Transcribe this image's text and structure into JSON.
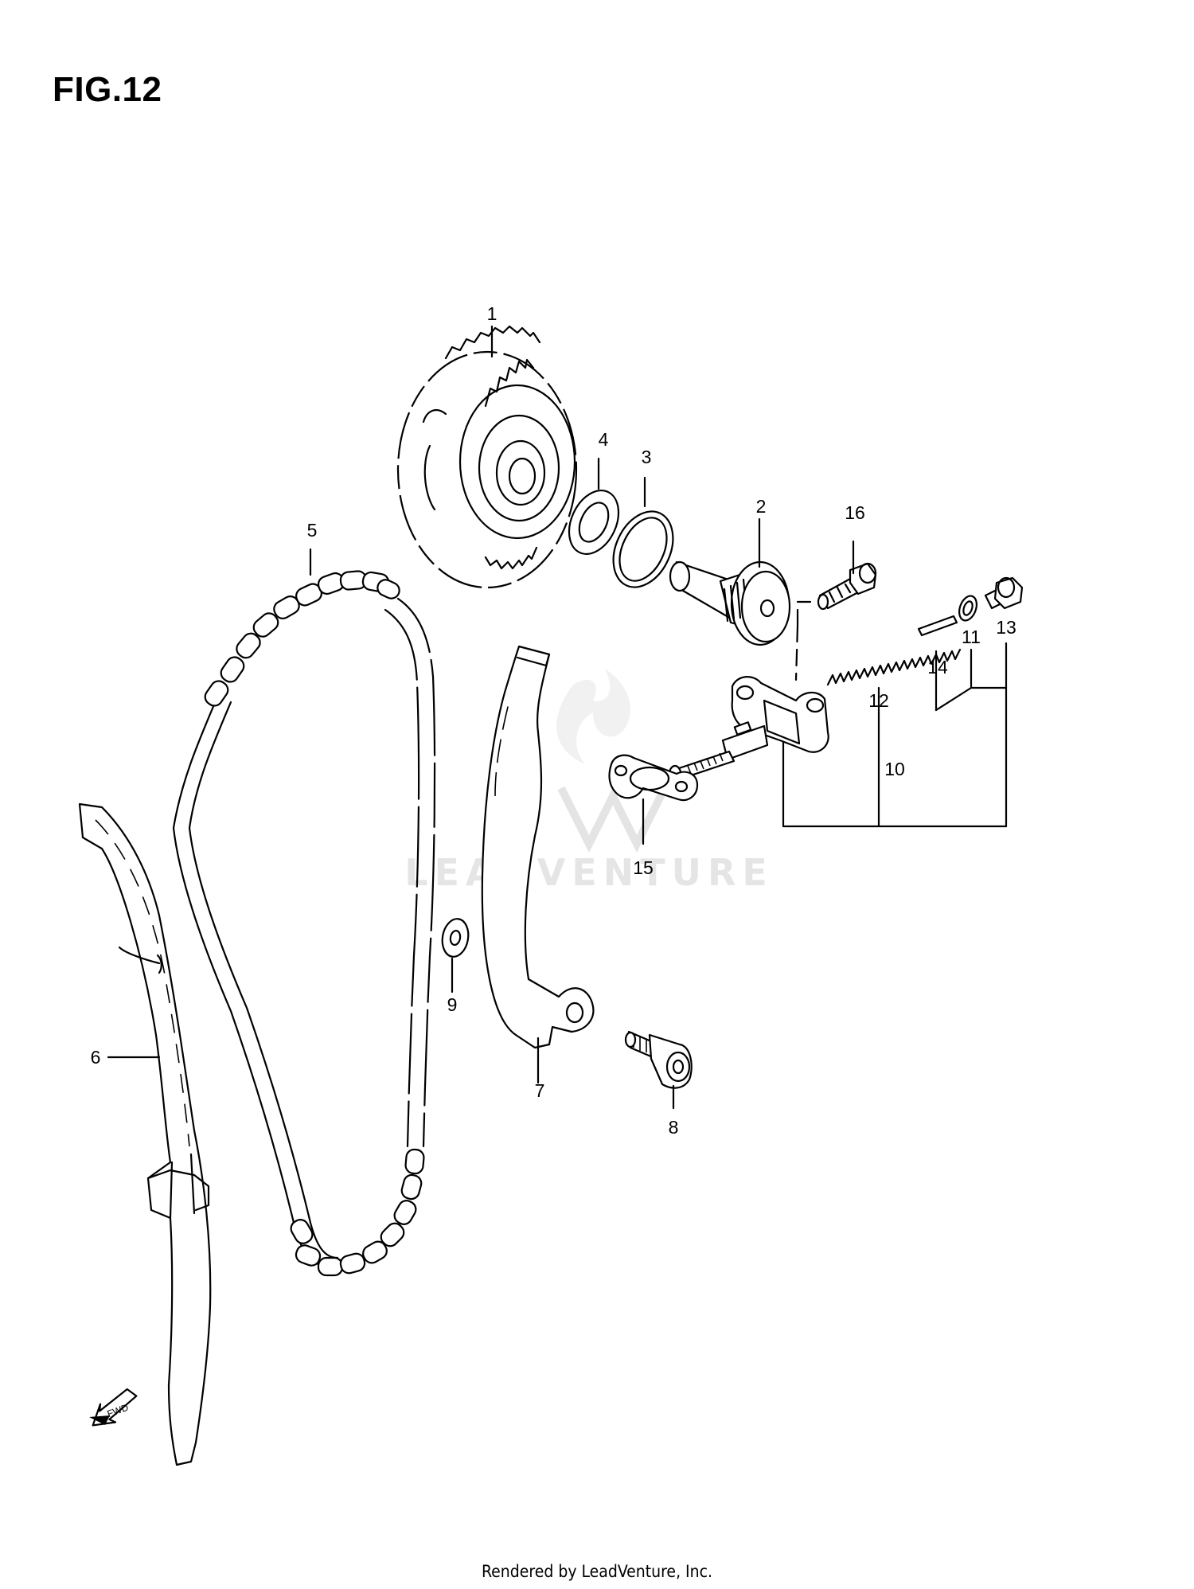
{
  "figure": {
    "title": "FIG.12"
  },
  "callouts": [
    {
      "id": "1",
      "label": "1"
    },
    {
      "id": "2",
      "label": "2"
    },
    {
      "id": "3",
      "label": "3"
    },
    {
      "id": "4",
      "label": "4"
    },
    {
      "id": "5",
      "label": "5"
    },
    {
      "id": "6",
      "label": "6"
    },
    {
      "id": "7",
      "label": "7"
    },
    {
      "id": "8",
      "label": "8"
    },
    {
      "id": "9",
      "label": "9"
    },
    {
      "id": "10",
      "label": "10"
    },
    {
      "id": "11",
      "label": "11"
    },
    {
      "id": "12",
      "label": "12"
    },
    {
      "id": "13",
      "label": "13"
    },
    {
      "id": "14",
      "label": "14"
    },
    {
      "id": "15",
      "label": "15"
    },
    {
      "id": "16",
      "label": "16"
    }
  ],
  "fwd_arrow": {
    "label": "FWD",
    "icon": "fwd-arrow-icon"
  },
  "watermark": {
    "text": "LEADVENTURE",
    "icon": "flame-logo-icon",
    "color": "#d8d8d8"
  },
  "footer": {
    "text": "Rendered by LeadVenture, Inc."
  },
  "colors": {
    "line": "#000000",
    "background": "#ffffff",
    "watermark": "#d8d8d8"
  }
}
